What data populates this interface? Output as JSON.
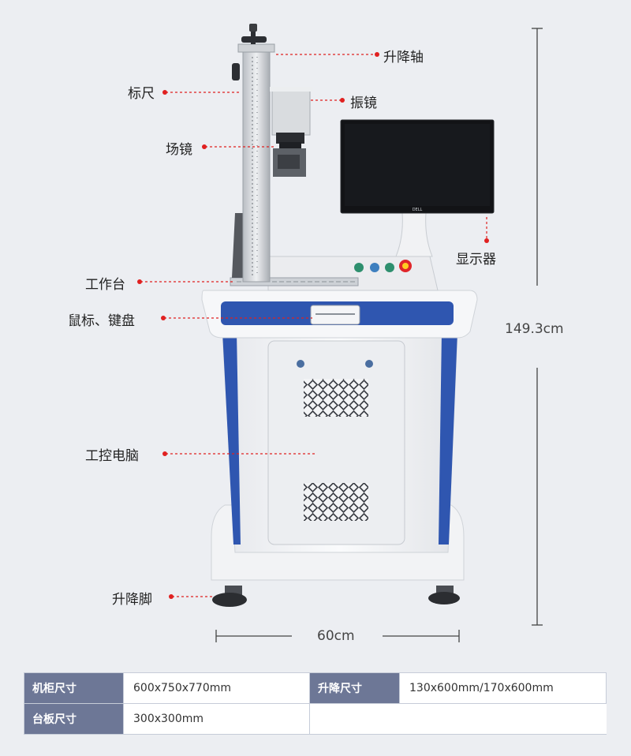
{
  "callouts": {
    "lift_axis": "升降轴",
    "ruler": "标尺",
    "galvo": "振镜",
    "field_lens": "场镜",
    "monitor": "显示器",
    "worktable": "工作台",
    "mouse_keyboard": "鼠标、键盘",
    "industrial_pc": "工控电脑",
    "leveling_feet": "升降脚"
  },
  "dimensions": {
    "height": "149.3cm",
    "width": "60cm"
  },
  "specs": {
    "row1": {
      "k1": "机柜尺寸",
      "v1": "600x750x770mm",
      "k2": "升降尺寸",
      "v2": "130x600mm/170x600mm"
    },
    "row2": {
      "k1": "台板尺寸",
      "v1": "300x300mm"
    }
  },
  "monitor_brand": "DELL",
  "colors": {
    "accent_blue": "#2f56b0",
    "callout_red": "#e02020",
    "spec_header": "#6d7796"
  }
}
